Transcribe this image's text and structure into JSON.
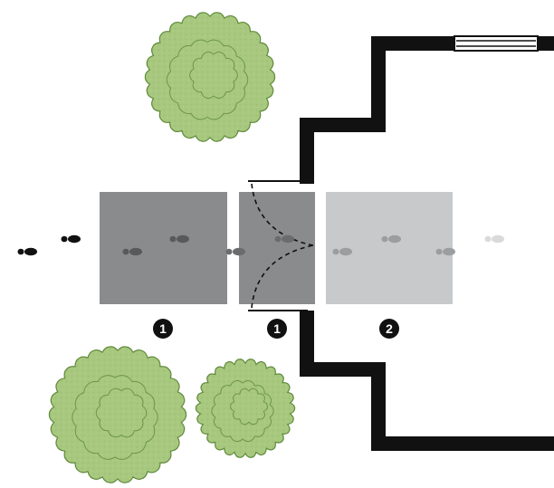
{
  "diagram": {
    "callouts": [
      {
        "label": "1",
        "zone": "exterior-mat"
      },
      {
        "label": "1",
        "zone": "threshold-mat"
      },
      {
        "label": "2",
        "zone": "interior-mat"
      }
    ],
    "colors": {
      "wall": "#111111",
      "exterior_mat": "#8a8b8d",
      "threshold_mat": "#8a8b8d",
      "interior_mat": "#c8c9cb",
      "tree_fill": "#a7c87e",
      "tree_line": "#5f8a3a",
      "footprint_outside": "#111111",
      "footprint_exterior": "#58595b",
      "footprint_threshold": "#6b6c6e",
      "footprint_interior": "#9c9d9f",
      "footprint_fading": "#d9dadb",
      "callout_fill": "#111111",
      "callout_text": "#ffffff",
      "door_swing": "#111111",
      "window": "#111111"
    },
    "icons": [
      "tree-icon",
      "footprint-icon",
      "door-swing-icon",
      "window-icon"
    ]
  }
}
